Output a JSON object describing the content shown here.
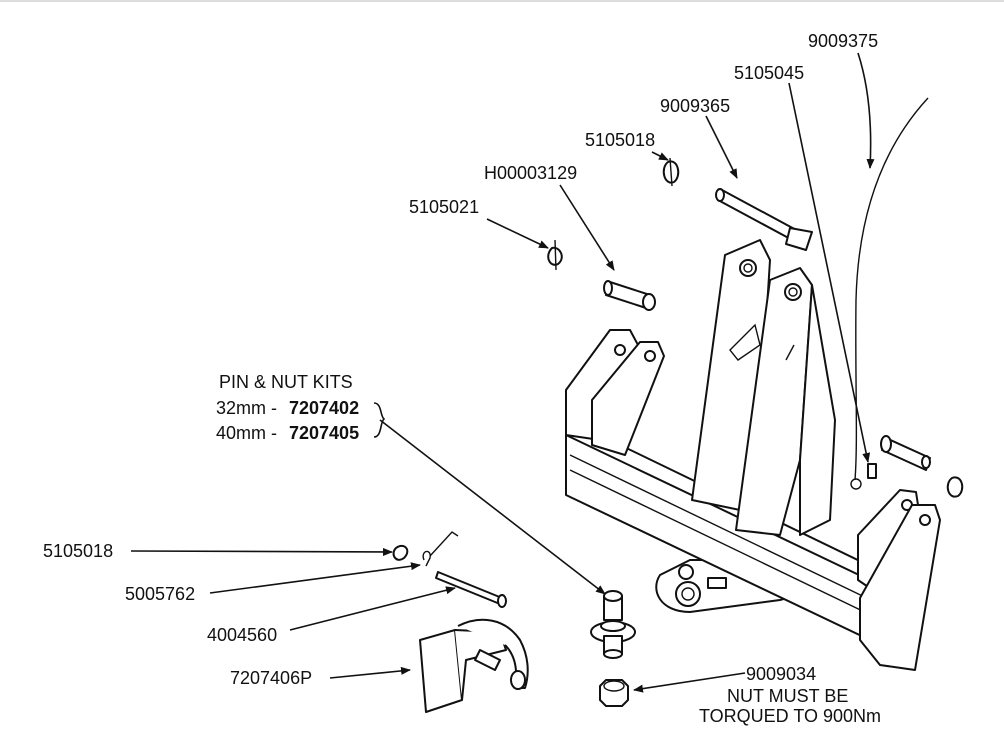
{
  "labels": {
    "p9009375": "9009375",
    "p5105045": "5105045",
    "p9009365": "9009365",
    "p5105018_top": "5105018",
    "pH00003129": "H00003129",
    "p5105021": "5105021",
    "kits_title": "PIN & NUT KITS",
    "kit32_size": "32mm -",
    "kit32_part": "7207402",
    "kit40_size": "40mm -",
    "kit40_part": "7207405",
    "p5105018_left": "5105018",
    "p5005762": "5005762",
    "p4004560": "4004560",
    "p7207406P": "7207406P",
    "p9009034": "9009034",
    "torque_line1": "NUT MUST BE",
    "torque_line2": "TORQUED TO 900Nm"
  }
}
